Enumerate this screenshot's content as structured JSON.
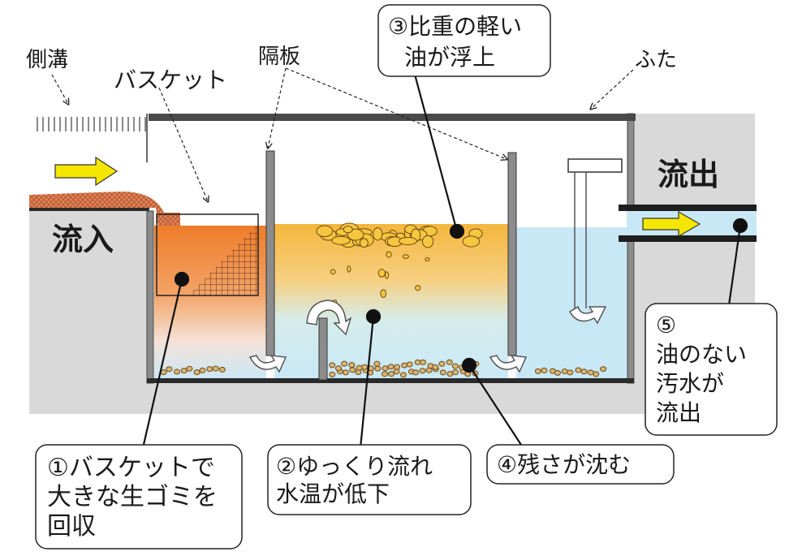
{
  "labels": {
    "gutter": "側溝",
    "basket": "バスケット",
    "partition": "隔板",
    "lid": "ふた",
    "inflow": "流入",
    "outflow": "流出"
  },
  "callouts": {
    "step1": [
      "①バスケットで",
      "大きな生ゴミを",
      "回収"
    ],
    "step2": [
      "②ゆっくり流れ",
      "水温が低下"
    ],
    "step3": [
      "③比重の軽い",
      "油が浮上"
    ],
    "step4": [
      "④残さが沈む"
    ],
    "step5": [
      "⑤",
      "油のない",
      "汚水が",
      "流出"
    ]
  },
  "colors": {
    "water": "#c9e8f6",
    "oil": "#f4b63c",
    "grease_orange": "#ee8a3c",
    "wall_gray": "#d9d9d9",
    "plate": "#8c8c8c",
    "arrow_yellow": "#f5e600",
    "debris": "#d9b57a"
  },
  "icons": {
    "flow_arrow": "yellow-right-arrow-icon",
    "circulation": "curved-flow-arrow-icon"
  }
}
